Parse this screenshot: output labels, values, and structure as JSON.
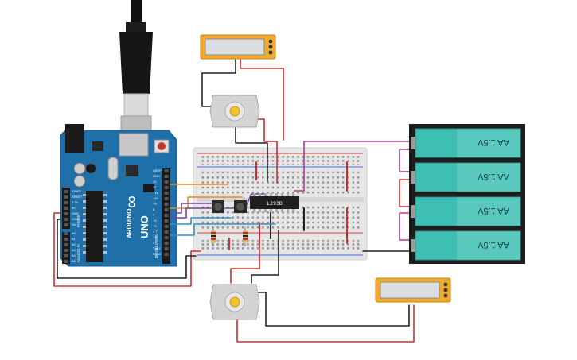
{
  "arduino": {
    "brand": "ARDUINO",
    "model": "UNO",
    "logo_symbol": "∞",
    "header_digital": "DIGITAL (PWM= ~)",
    "header_power": "POWER",
    "header_analog": "ANALOG IN",
    "pins_digital": [
      "AREF",
      "GND",
      "13",
      "12",
      "~11",
      "~10",
      "~9",
      "8",
      "7",
      "~6",
      "~5",
      "4",
      "~3",
      "2",
      "TX▸1",
      "RX◂0"
    ],
    "pins_power": [
      "IOREF",
      "RESET",
      "3.3V",
      "5V",
      "GND",
      "GND",
      "Vin"
    ],
    "pins_analog": [
      "A0",
      "A1",
      "A2",
      "A3",
      "A4",
      "A5"
    ]
  },
  "driver_chip": {
    "label": "L293D"
  },
  "batteries": [
    {
      "label": "AA 1.5V"
    },
    {
      "label": "AA 1.5V"
    },
    {
      "label": "AA 1.5V"
    },
    {
      "label": "AA 1.5V"
    }
  ],
  "colors": {
    "arduino_blue": "#1f6fa8",
    "breadboard": "#e6e6e6",
    "wire_red": "#d72a2a",
    "wire_black": "#222222",
    "wire_orange": "#ec8a1c",
    "wire_purple": "#7b3fa5",
    "wire_blue": "#2f8fcf",
    "wire_magenta": "#b13c8f",
    "battery_teal": "#3dbfb3",
    "meter_yellow": "#f0a92a"
  }
}
